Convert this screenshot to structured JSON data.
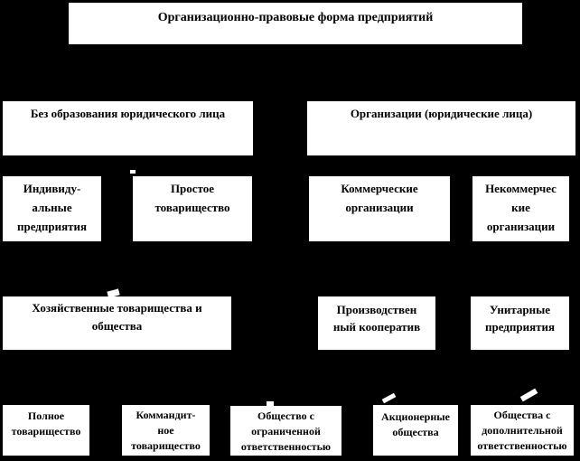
{
  "colors": {
    "background": "#000000",
    "box_fill": "#ffffff",
    "text": "#000000"
  },
  "diagram": {
    "title": "Организационно-правовые форма предприятий",
    "level1": {
      "no_legal_entity": "Без образования юридического лица",
      "organizations": "Организации (юридические лица)"
    },
    "level2": {
      "individual_enterprises": "Индивиду-\nальные\nпредприятия",
      "simple_partnership": "Простое\nтоварищество",
      "commercial_organizations": "Коммерческие\nорганизации",
      "noncommercial_organizations": "Некоммерчес\nкие\nорганизации"
    },
    "level3": {
      "economic_partnerships_and_societies": "Хозяйственные товарищества и\nобщества",
      "production_cooperative": "Производствен\nный кооператив",
      "unitary_enterprises": "Унитарные\nпредприятия"
    },
    "level4": {
      "full_partnership": "Полное\nтоварищество",
      "limited_partnership": "Коммандит-\nное\nтоварищество",
      "limited_liability_company": "Общество с\nограниченной\nответственностью",
      "joint_stock_companies": "Акционерные\nобщества",
      "additional_liability_companies": "Общества с\nдополнительной\nответственностью"
    }
  }
}
